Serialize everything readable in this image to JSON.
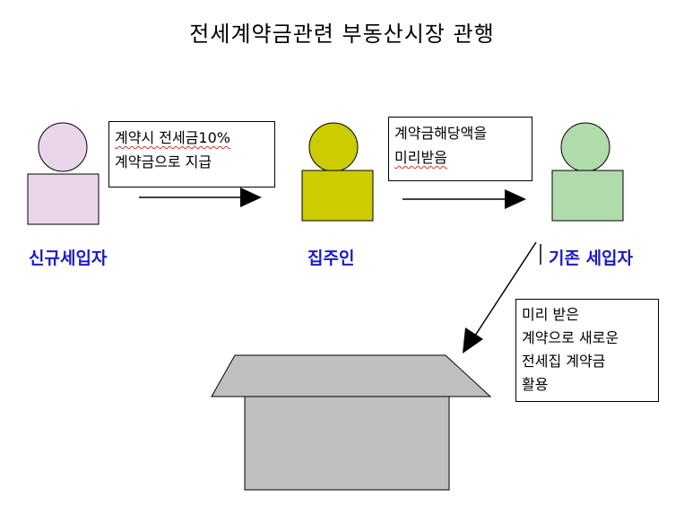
{
  "title": "전세계약금관련 부동산시장 관행",
  "people": [
    {
      "label": "신규세입자",
      "head_color": "#ead6ea",
      "body_color": "#ead6ea"
    },
    {
      "label": "집주인",
      "head_color": "#cccc00",
      "body_color": "#cccc00"
    },
    {
      "label": "기존 세입자",
      "head_color": "#b0dcab",
      "body_color": "#b0dcab"
    }
  ],
  "notes": {
    "payment": [
      "계약시 전세금10%",
      "계약금으로 지급"
    ],
    "prepaid": [
      "계약금해당액을",
      "미리받음"
    ],
    "reuse": [
      "미리 받은",
      "계약으로 새로운",
      "전세집 계약금",
      "활용"
    ]
  },
  "colors": {
    "house": "#bfbfbf",
    "label": "#1a1acc"
  }
}
